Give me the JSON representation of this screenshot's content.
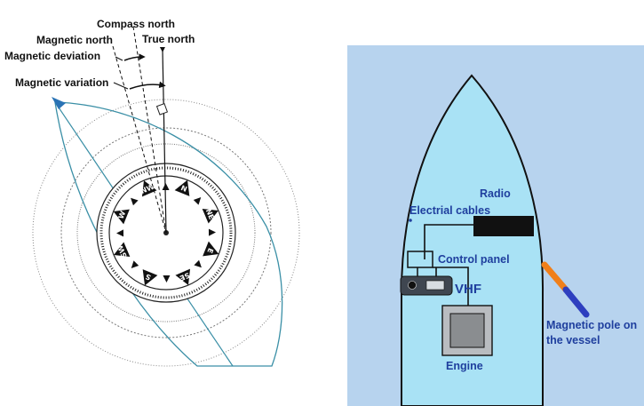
{
  "compass_diagram": {
    "labels": {
      "compass_north": "Compass north",
      "magnetic_north": "Magnetic north",
      "true_north": "True north",
      "magnetic_deviation": "Magnetic deviation",
      "magnetic_variation": "Magnetic variation"
    },
    "rose_points": [
      "N",
      "NE",
      "E",
      "SE",
      "S",
      "SW",
      "W",
      "NW"
    ]
  },
  "vessel_diagram": {
    "labels": {
      "radio": "Radio",
      "electrical_cables": "Electrial cables",
      "control_panel": "Control panel",
      "vhf": "VHF",
      "magnetic_pole_line1": "Magnetic pole on",
      "magnetic_pole_line2": "the vessel",
      "engine": "Engine"
    },
    "colors": {
      "panel_background": "#b7d3ee",
      "hull_fill": "#a9e2f5",
      "text": "#1f3f9e",
      "magnet_north": "#f07f1a",
      "magnet_south": "#2e3fbf"
    }
  }
}
